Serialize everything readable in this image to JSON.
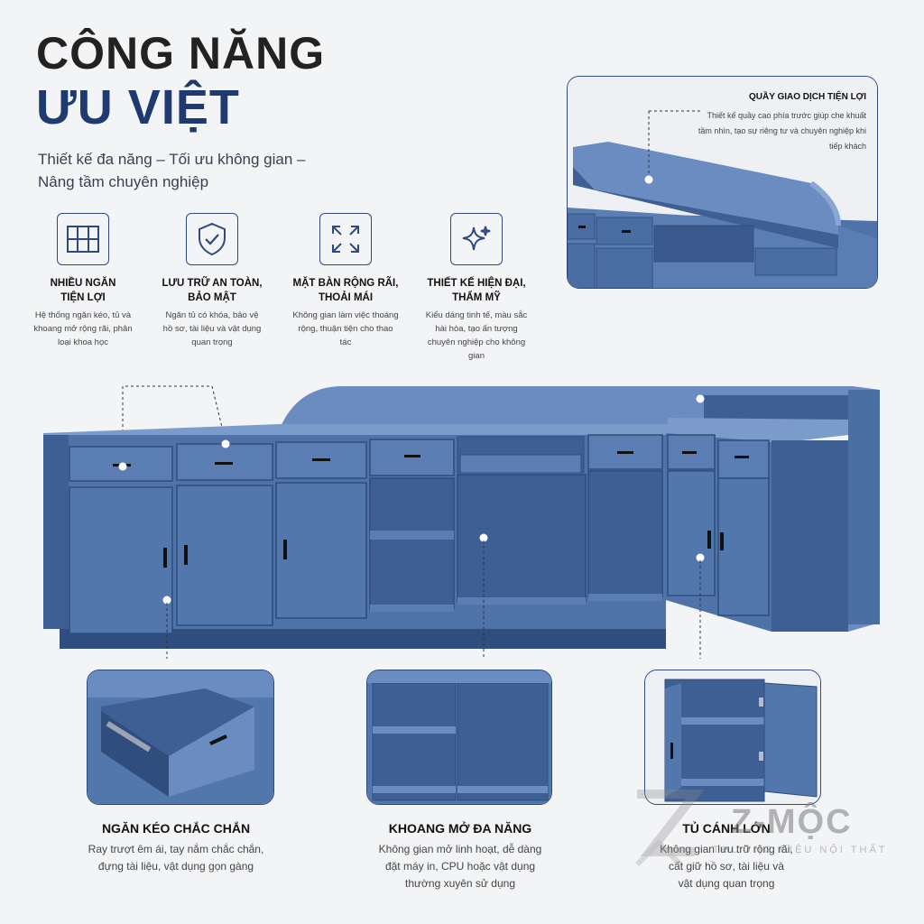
{
  "header": {
    "title_line1": "CÔNG NĂNG",
    "title_line2": "ƯU VIỆT",
    "subtitle_line1": "Thiết kế đa năng – Tối ưu không gian –",
    "subtitle_line2": "Nâng tầm chuyên nghiệp"
  },
  "features": [
    {
      "icon": "grid-icon",
      "title_line1": "NHIỀU NGĂN",
      "title_line2": "TIỆN LỢI",
      "desc": "Hệ thống ngăn kéo, tủ và khoang mở rộng rãi, phân loại khoa học"
    },
    {
      "icon": "shield-check-icon",
      "title_line1": "LƯU TRỮ AN TOÀN,",
      "title_line2": "BẢO MẬT",
      "desc": "Ngăn tủ có khóa, bảo vệ hồ sơ, tài liệu và vật dụng quan trọng"
    },
    {
      "icon": "expand-icon",
      "title_line1": "MẶT BÀN RỘNG RÃI,",
      "title_line2": "THOẢI MÁI",
      "desc": "Không gian làm việc thoáng rộng, thuận tiện cho thao tác"
    },
    {
      "icon": "sparkle-icon",
      "title_line1": "THIẾT KẾ HIỆN ĐẠI,",
      "title_line2": "THẨM MỸ",
      "desc": "Kiểu dáng tinh tế, màu sắc hài hòa, tạo ấn tượng chuyên nghiệp cho không gian"
    }
  ],
  "top_callout": {
    "title": "QUẦY GIAO DỊCH TIỆN LỢI",
    "desc": "Thiết kế quầy cao phía trước giúp che khuất tầm nhìn, tạo sự riêng tư và chuyên nghiệp khi tiếp khách"
  },
  "bottom": [
    {
      "title": "NGĂN KÉO CHẮC CHẮN",
      "desc_line1": "Ray trượt êm ái, tay nắm chắc chắn,",
      "desc_line2": "đựng tài liệu, vật dụng gọn gàng",
      "desc_line3": ""
    },
    {
      "title": "KHOANG MỞ ĐA NĂNG",
      "desc_line1": "Không gian mở linh hoạt, dễ dàng",
      "desc_line2": "đặt máy in, CPU hoặc vật dụng",
      "desc_line3": "thường xuyên sử dụng"
    },
    {
      "title": "TỦ CÁNH LỚN",
      "desc_line1": "Không gian lưu trữ rộng rãi,",
      "desc_line2": "cất giữ hồ sơ, tài liệu và",
      "desc_line3": "vật dụng quan trọng"
    }
  ],
  "watermark": {
    "brand": "Z-MỘC",
    "tagline": "THƯƠNG HIỆU NỘI THẤT"
  },
  "colors": {
    "accent": "#2c4a80",
    "furniture": "#4f73a8",
    "furniture_dark": "#3d5f94",
    "furniture_light": "#6a8cc0"
  }
}
